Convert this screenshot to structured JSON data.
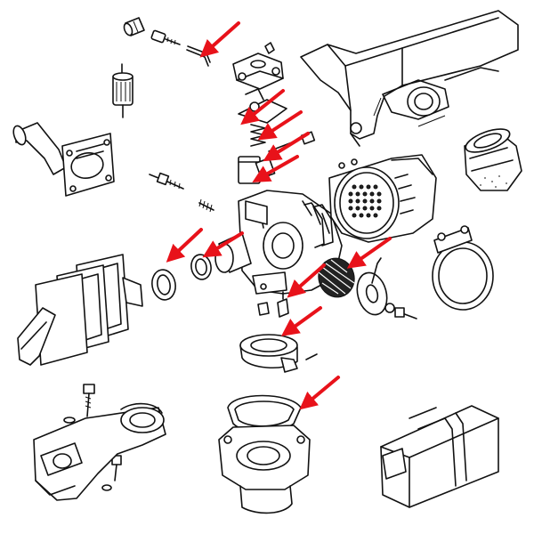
{
  "colors": {
    "line": "#111111",
    "background": "#ffffff",
    "arrow": "#e8121a"
  },
  "parts": [
    {
      "name": "fuel-fitting-icon"
    },
    {
      "name": "screw-icon"
    },
    {
      "name": "bent-needle-icon"
    },
    {
      "name": "inline-fuel-filter-icon"
    },
    {
      "name": "float-bowl-cover-icon"
    },
    {
      "name": "float-lever-icon"
    },
    {
      "name": "spring-icon"
    },
    {
      "name": "needle-valve-icon"
    },
    {
      "name": "float-icon"
    },
    {
      "name": "engine-cover-icon"
    },
    {
      "name": "rubber-boot-icon"
    },
    {
      "name": "bent-pipe-icon"
    },
    {
      "name": "gasket-plate-icon"
    },
    {
      "name": "mixture-screw-icon"
    },
    {
      "name": "pilot-jet-icon"
    },
    {
      "name": "carburetor-body-icon"
    },
    {
      "name": "air-filter-icon"
    },
    {
      "name": "hose-clamp-icon"
    },
    {
      "name": "o-ring-icon"
    },
    {
      "name": "reed-valve-icon"
    },
    {
      "name": "diaphragm-icon"
    },
    {
      "name": "choke-lever-icon"
    },
    {
      "name": "jet-icon"
    },
    {
      "name": "throttle-ring-icon"
    },
    {
      "name": "pin-icon"
    },
    {
      "name": "bolt-icon"
    },
    {
      "name": "elbow-manifold-icon"
    },
    {
      "name": "large-gasket-icon"
    },
    {
      "name": "intake-flange-icon"
    },
    {
      "name": "exhaust-pipe-icon"
    }
  ],
  "arrows": [
    {
      "name": "arrow-1"
    },
    {
      "name": "arrow-2"
    },
    {
      "name": "arrow-3"
    },
    {
      "name": "arrow-4"
    },
    {
      "name": "arrow-5"
    },
    {
      "name": "arrow-6"
    },
    {
      "name": "arrow-7"
    },
    {
      "name": "arrow-8"
    },
    {
      "name": "arrow-9"
    },
    {
      "name": "arrow-10"
    },
    {
      "name": "arrow-11"
    },
    {
      "name": "arrow-12"
    }
  ]
}
